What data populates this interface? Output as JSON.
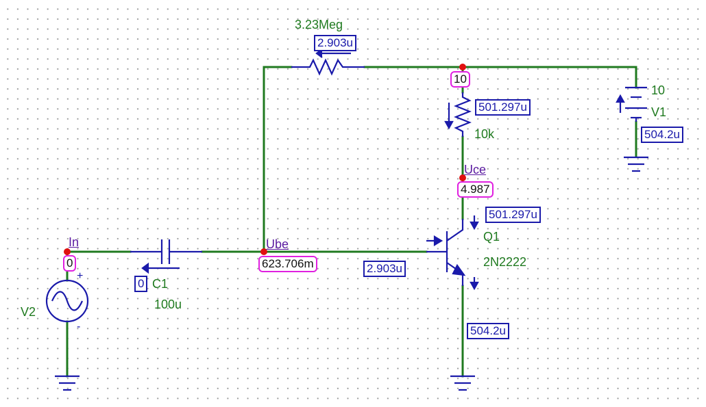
{
  "components": {
    "r_bias": {
      "value": "3.23Meg",
      "current": "2.903u"
    },
    "r_collector": {
      "value": "10k",
      "current": "501.297u"
    },
    "v1": {
      "name": "V1",
      "value": "10",
      "current": "504.2u"
    },
    "q1": {
      "name": "Q1",
      "model": "2N2222",
      "collector_current": "501.297u",
      "base_current": "2.903u",
      "emitter_current": "504.2u"
    },
    "c1": {
      "name": "C1",
      "value": "100u",
      "current": "0"
    },
    "v2": {
      "name": "V2"
    }
  },
  "nodes": {
    "in": {
      "label": "In",
      "voltage": "0"
    },
    "ube": {
      "label": "Ube",
      "voltage": "623.706m"
    },
    "uce": {
      "label": "Uce",
      "voltage": "4.987"
    },
    "top": {
      "voltage": "10"
    }
  },
  "source_polarity": {
    "plus": "+",
    "minus": "-"
  },
  "colors": {
    "wire": "#1f7a1f",
    "component": "#1a1aaa",
    "current_box": "#1a1aaa",
    "voltage_box": "#e020e0",
    "probe": "#e01010"
  }
}
